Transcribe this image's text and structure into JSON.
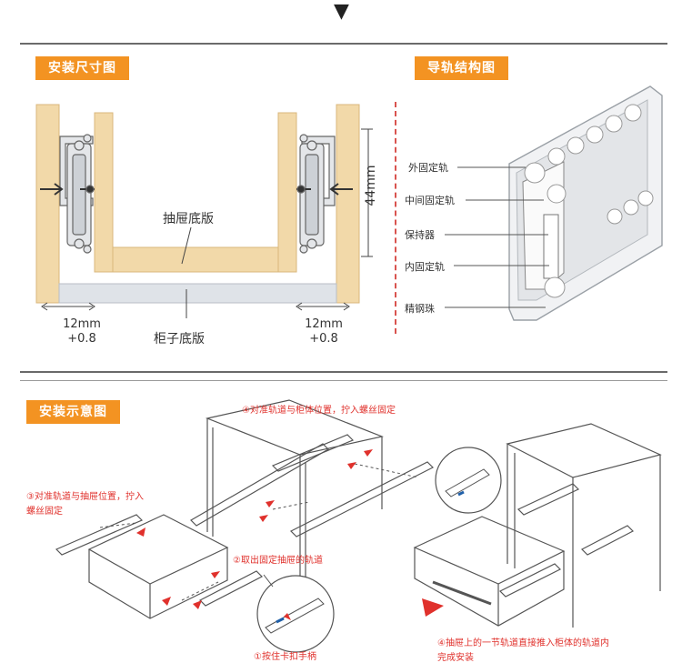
{
  "arrow_glyph": "▼",
  "sections": {
    "install_size": {
      "title": "安装尺寸图"
    },
    "rail_structure": {
      "title": "导轨结构图"
    },
    "install_guide": {
      "title": "安装示意图"
    }
  },
  "size_diagram": {
    "drawer_bottom_label": "抽屉底版",
    "cabinet_bottom_label": "柜子底版",
    "gap_left": {
      "value": "12mm",
      "tolerance": "+0.8"
    },
    "gap_right": {
      "value": "12mm",
      "tolerance": "+0.8"
    },
    "height": "44mm"
  },
  "rail_parts": [
    {
      "label": "外固定轨"
    },
    {
      "label": "中间固定轨"
    },
    {
      "label": "保持器"
    },
    {
      "label": "内固定轨"
    },
    {
      "label": "精钢珠"
    }
  ],
  "steps": {
    "step1": "①按住卡扣手柄",
    "step2": "②取出固定抽屉的轨道",
    "step3_line1": "③对准轨道与抽屉位置，拧入",
    "step3_line2": "螺丝固定",
    "step4_cabinet": "④对准轨道与柜体位置，拧入螺丝固定",
    "step4_push_line1": "④抽屉上的一节轨道直接推入柜体的轨道内",
    "step4_push_line2": "完成安装"
  },
  "colors": {
    "accent": "#f39322",
    "wood": "#f2d9a9",
    "wood_edge": "#d9b77c",
    "step_text": "#e0312c",
    "dashed_red": "#d9534f"
  }
}
